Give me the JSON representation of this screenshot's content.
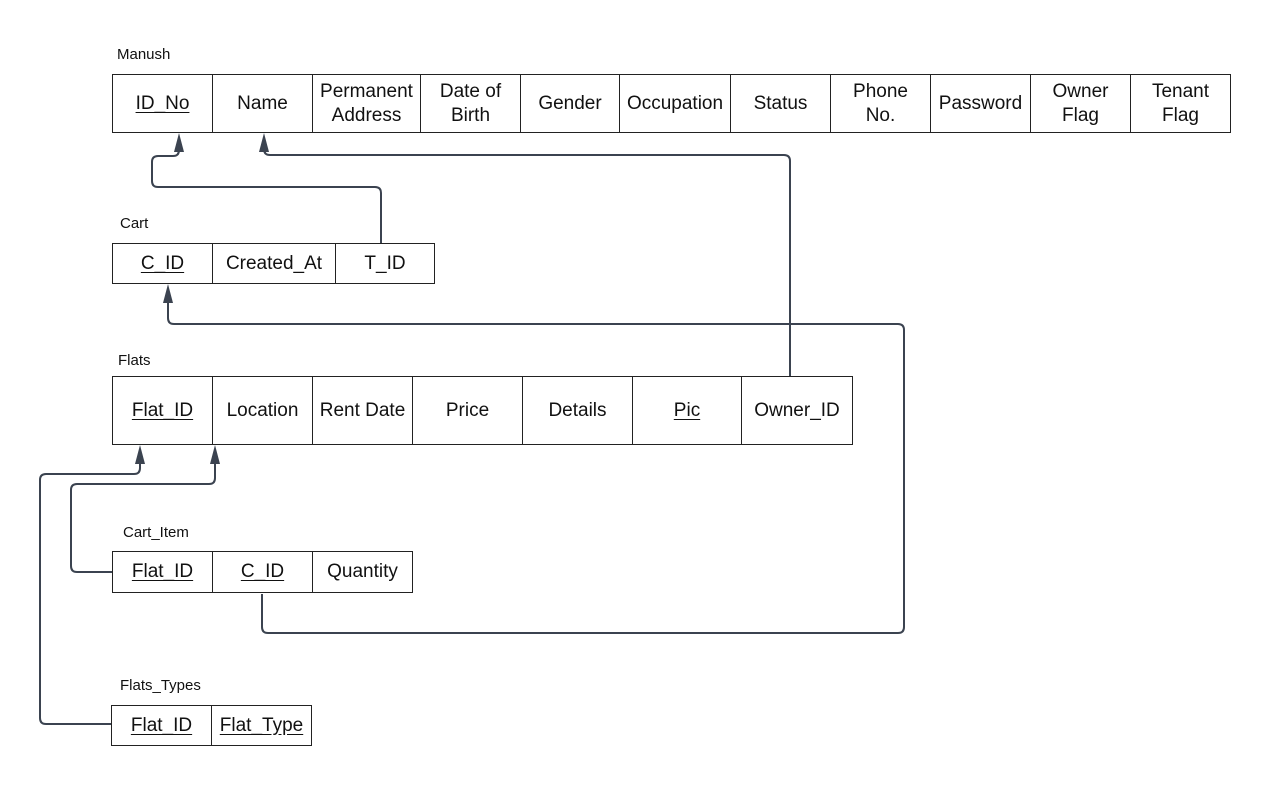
{
  "diagram": {
    "line_color": "#3b4350",
    "tables": {
      "manush": {
        "title": "Manush",
        "columns": [
          {
            "label": "ID_No",
            "pk": true
          },
          {
            "label": "Name",
            "pk": false
          },
          {
            "label": "Permanent\nAddress",
            "pk": false
          },
          {
            "label": "Date of\nBirth",
            "pk": false
          },
          {
            "label": "Gender",
            "pk": false
          },
          {
            "label": "Occupation",
            "pk": false
          },
          {
            "label": "Status",
            "pk": false
          },
          {
            "label": "Phone\nNo.",
            "pk": false
          },
          {
            "label": "Password",
            "pk": false
          },
          {
            "label": "Owner\nFlag",
            "pk": false
          },
          {
            "label": "Tenant\nFlag",
            "pk": false
          }
        ]
      },
      "cart": {
        "title": "Cart",
        "columns": [
          {
            "label": "C_ID",
            "pk": true
          },
          {
            "label": "Created_At",
            "pk": false
          },
          {
            "label": "T_ID",
            "pk": false
          }
        ]
      },
      "flats": {
        "title": "Flats",
        "columns": [
          {
            "label": "Flat_ID",
            "pk": true
          },
          {
            "label": "Location",
            "pk": false
          },
          {
            "label": "Rent Date",
            "pk": false
          },
          {
            "label": "Price",
            "pk": false
          },
          {
            "label": "Details",
            "pk": false
          },
          {
            "label": "Pic",
            "pk": true
          },
          {
            "label": "Owner_ID",
            "pk": false
          }
        ]
      },
      "cart_item": {
        "title": "Cart_Item",
        "columns": [
          {
            "label": "Flat_ID",
            "pk": true
          },
          {
            "label": "C_ID",
            "pk": true
          },
          {
            "label": "Quantity",
            "pk": false
          }
        ]
      },
      "flats_types": {
        "title": "Flats_Types",
        "columns": [
          {
            "label": "Flat_ID",
            "pk": true
          },
          {
            "label": "Flat_Type",
            "pk": true
          }
        ]
      }
    },
    "relationships": [
      {
        "from": "Cart.T_ID",
        "to": "Manush.ID_No"
      },
      {
        "from": "Flats.Owner_ID",
        "to": "Manush.Name"
      },
      {
        "from": "Cart_Item.C_ID",
        "to": "Cart.C_ID"
      },
      {
        "from": "Flats_Types.Flat_ID",
        "to": "Flats.Flat_ID"
      },
      {
        "from": "Cart_Item.Flat_ID",
        "to": "Flats.Location"
      }
    ]
  }
}
